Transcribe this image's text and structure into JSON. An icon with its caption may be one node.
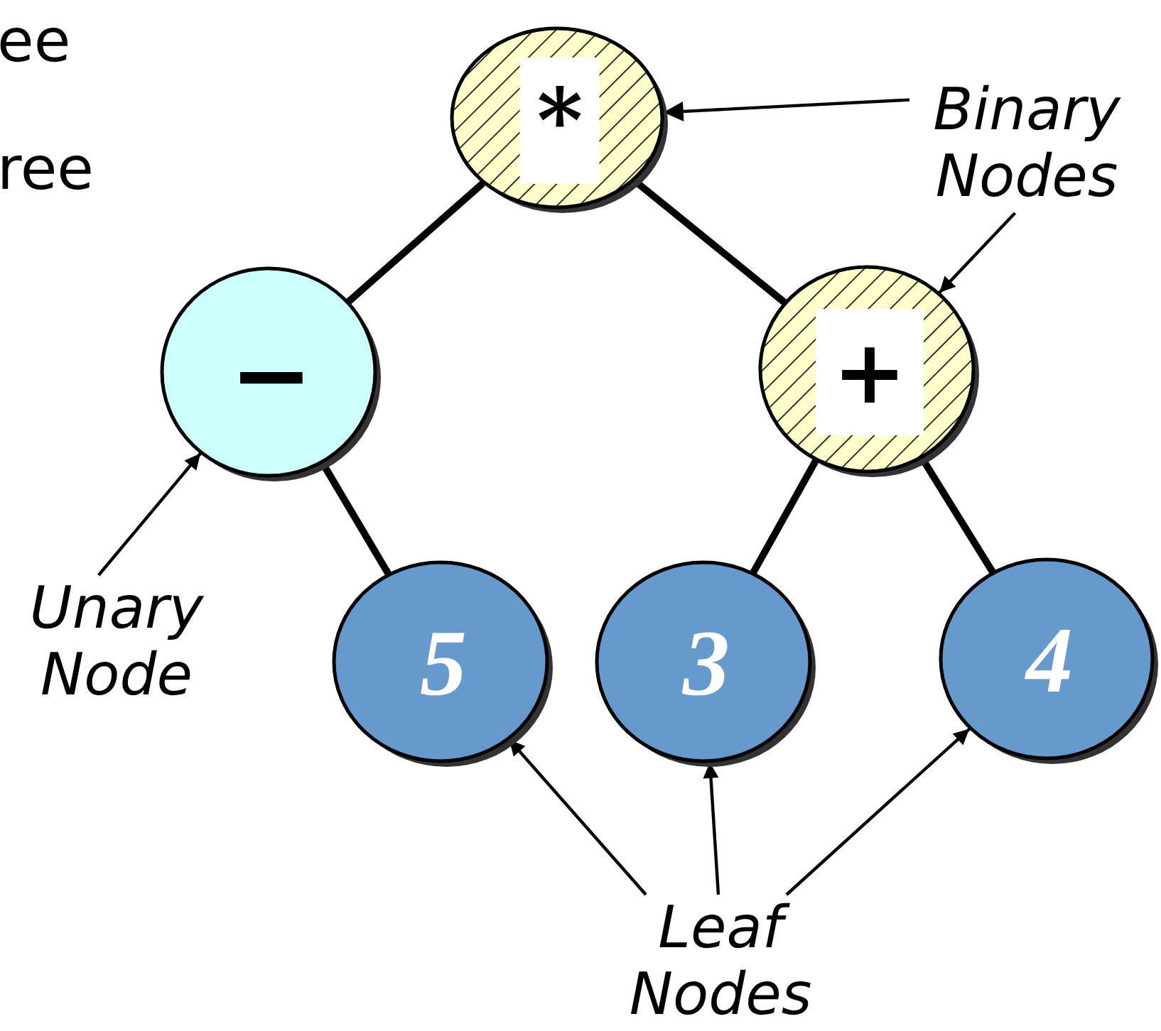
{
  "diagram": {
    "nodes": [
      {
        "text": [
          "*"
        ]
      },
      {
        "text": [
          "−"
        ]
      },
      {
        "text": [
          "+"
        ]
      },
      {
        "text": [
          "5"
        ]
      },
      {
        "text": [
          "3"
        ]
      },
      {
        "text": [
          "4"
        ]
      },
      {
        "text": [
          "Binary Nodes"
        ]
      },
      {
        "text": [
          "Unary Node"
        ]
      },
      {
        "text": [
          "Leaf Nodes"
        ]
      }
    ],
    "edges": [
      {
        "from": 0,
        "to": 1,
        "arrow": "none",
        "style": "thick"
      },
      {
        "from": 0,
        "to": 2,
        "arrow": "none",
        "style": "thick"
      },
      {
        "from": 1,
        "to": 3,
        "arrow": "none",
        "style": "thick"
      },
      {
        "from": 2,
        "to": 4,
        "arrow": "none",
        "style": "thick"
      },
      {
        "from": 2,
        "to": 5,
        "arrow": "none",
        "style": "thick"
      },
      {
        "from": 6,
        "to": 0,
        "arrow": "to"
      },
      {
        "from": 6,
        "to": 2,
        "arrow": "to"
      },
      {
        "from": 7,
        "to": 1,
        "arrow": "to"
      },
      {
        "from": 8,
        "to": 3,
        "arrow": "to"
      },
      {
        "from": 8,
        "to": 4,
        "arrow": "to"
      },
      {
        "from": 8,
        "to": 5,
        "arrow": "to"
      }
    ],
    "labels": [
      "ee",
      "ree"
    ]
  }
}
